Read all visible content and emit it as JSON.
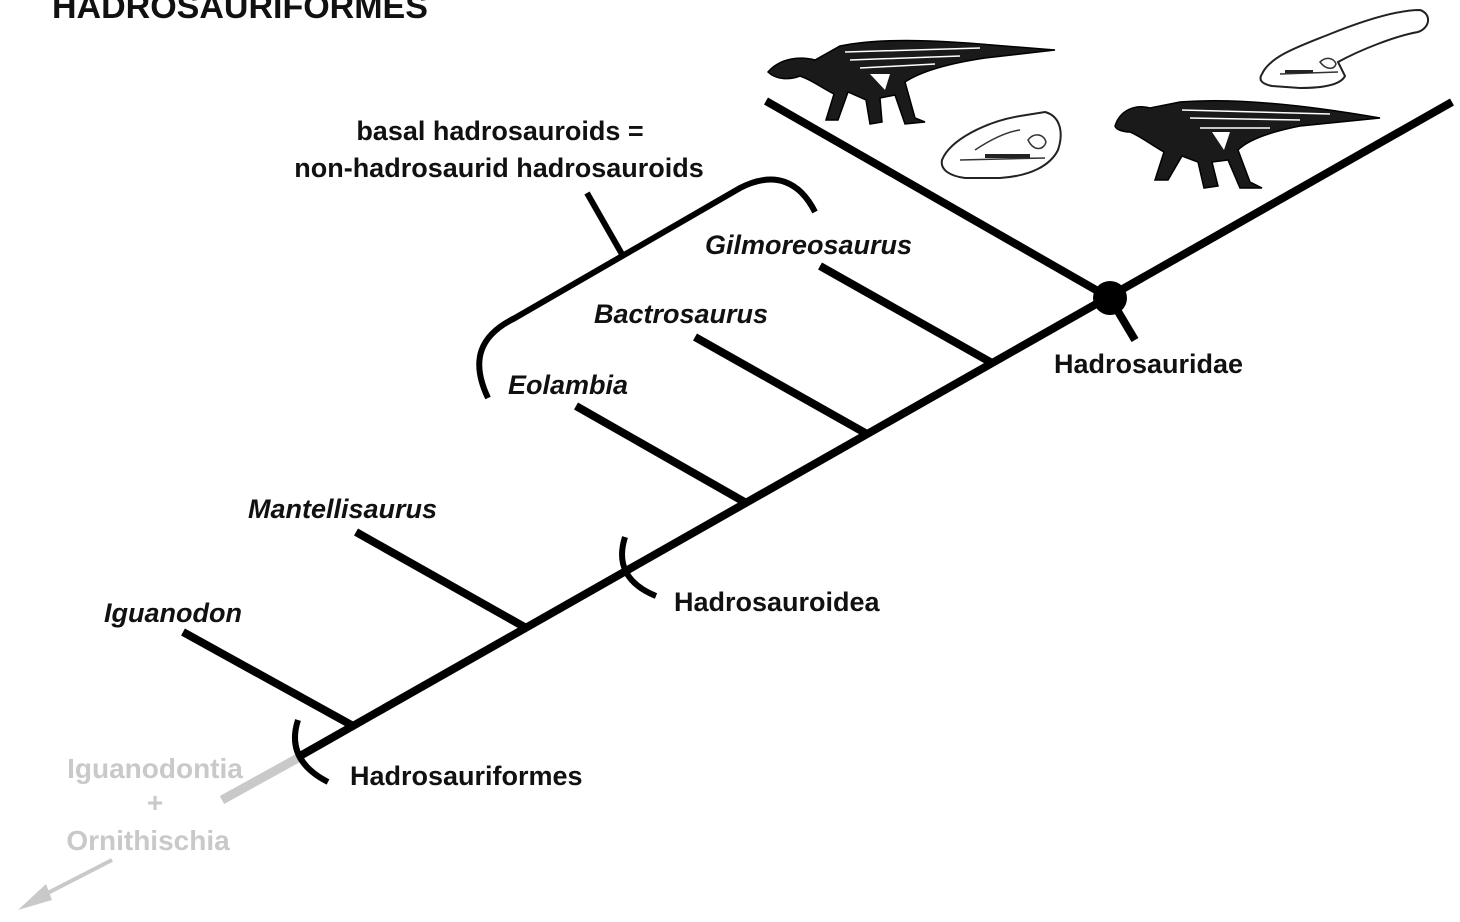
{
  "title": "HADROSAURIFORMES",
  "note": {
    "line1": "basal hadrosauroids =",
    "line2": "non-hadrosaurid hadrosauroids"
  },
  "taxa": {
    "iguanodon": "Iguanodon",
    "mantellisaurus": "Mantellisaurus",
    "eolambia": "Eolambia",
    "bactrosaurus": "Bactrosaurus",
    "gilmoreosaurus": "Gilmoreosaurus"
  },
  "clades": {
    "hadrosauriformes": "Hadrosauriformes",
    "hadrosauroidea": "Hadrosauroidea",
    "hadrosauridae": "Hadrosauridae"
  },
  "outgroup": {
    "line1": "Iguanodontia",
    "line2": "+",
    "line3": "Ornithischia"
  },
  "colors": {
    "ink": "#000000",
    "outgroup": "#c9c9c9",
    "silhouette": "#1a1a1a"
  },
  "illustrations": [
    "hadrosaur-skeleton-icon",
    "hadrosaur-skull-icon",
    "lambeosaur-skeleton-icon",
    "parasaurolophus-skull-icon"
  ]
}
